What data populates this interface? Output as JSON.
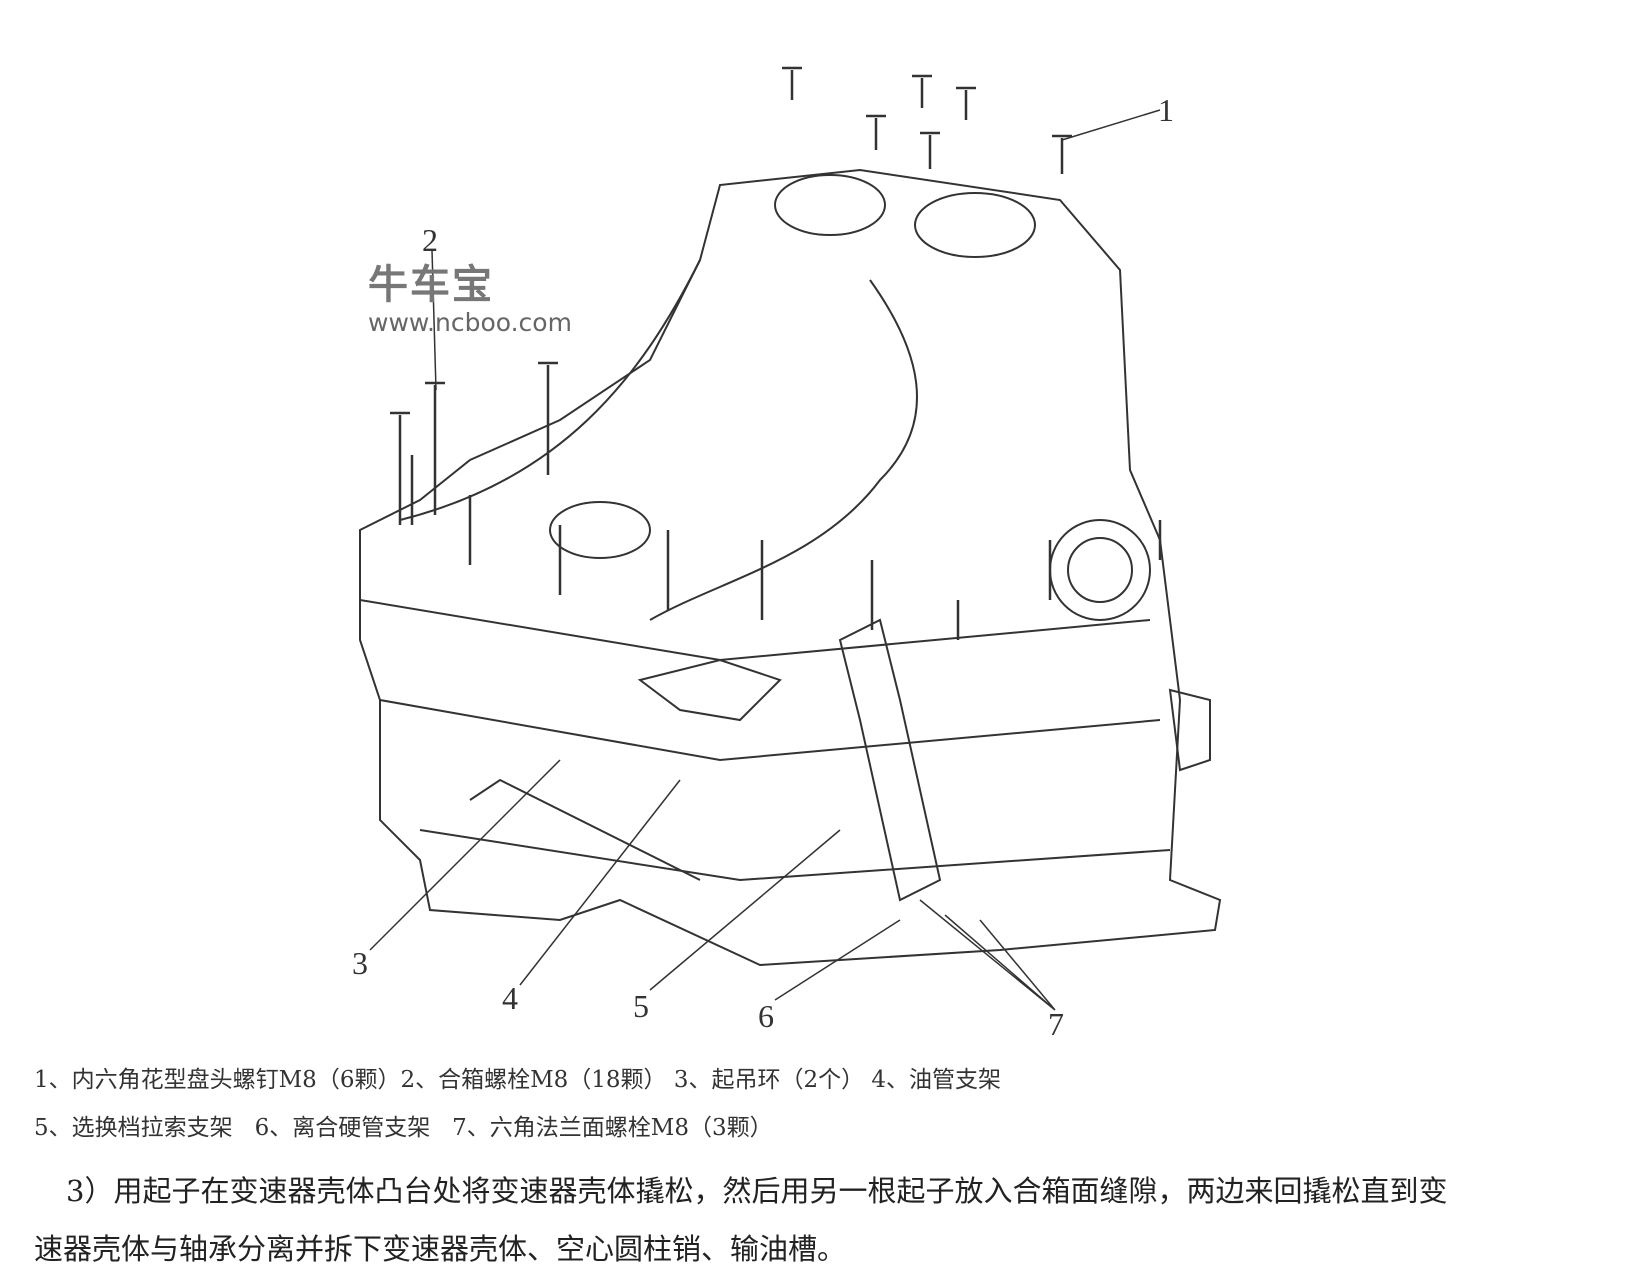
{
  "figure": {
    "watermark": {
      "logo": "牛车宝",
      "url": "www.ncboo.com"
    },
    "callouts": [
      "1",
      "2",
      "3",
      "4",
      "5",
      "6",
      "7"
    ]
  },
  "legend": {
    "line1": "1、内六角花型盘头螺钉M8（6颗）2、合箱螺栓M8（18颗） 3、起吊环（2个） 4、油管支架",
    "line2": "5、选换档拉索支架   6、离合硬管支架   7、六角法兰面螺栓M8（3颗）"
  },
  "body": {
    "step_line1": "3）用起子在变速器壳体凸台处将变速器壳体撬松，然后用另一根起子放入合箱面缝隙，两边来回撬松直到变",
    "step_line2": "速器壳体与轴承分离并拆下变速器壳体、空心圆柱销、输油槽。"
  }
}
